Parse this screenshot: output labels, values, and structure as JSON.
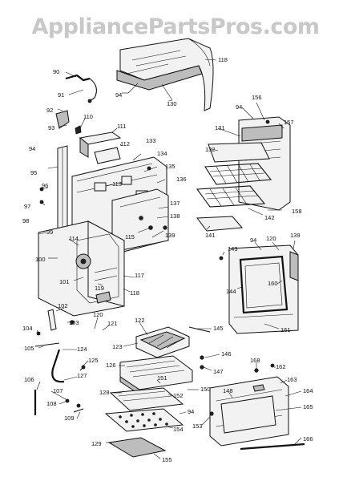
{
  "watermark": "AppliancePartsPros.com",
  "part_labels": [
    {
      "id": "p118a",
      "text": "118"
    },
    {
      "id": "p94a",
      "text": "94"
    },
    {
      "id": "p130",
      "text": "130"
    },
    {
      "id": "p90",
      "text": "90"
    },
    {
      "id": "p91",
      "text": "91"
    },
    {
      "id": "p92",
      "text": "92"
    },
    {
      "id": "p93",
      "text": "93"
    },
    {
      "id": "p110",
      "text": "110"
    },
    {
      "id": "p111",
      "text": "111"
    },
    {
      "id": "p112",
      "text": "112"
    },
    {
      "id": "p133",
      "text": "133"
    },
    {
      "id": "p134",
      "text": "134"
    },
    {
      "id": "p135",
      "text": "135"
    },
    {
      "id": "p136",
      "text": "136"
    },
    {
      "id": "p113",
      "text": "113"
    },
    {
      "id": "p94b",
      "text": "94"
    },
    {
      "id": "p95",
      "text": "95"
    },
    {
      "id": "p96",
      "text": "96"
    },
    {
      "id": "p97",
      "text": "97"
    },
    {
      "id": "p98",
      "text": "98"
    },
    {
      "id": "p99",
      "text": "99"
    },
    {
      "id": "p114",
      "text": "114"
    },
    {
      "id": "p100",
      "text": "100"
    },
    {
      "id": "p115",
      "text": "115"
    },
    {
      "id": "p137",
      "text": "137"
    },
    {
      "id": "p138",
      "text": "138"
    },
    {
      "id": "p139a",
      "text": "139"
    },
    {
      "id": "p156",
      "text": "156"
    },
    {
      "id": "p94c",
      "text": "94"
    },
    {
      "id": "p157",
      "text": "157"
    },
    {
      "id": "p131",
      "text": "131"
    },
    {
      "id": "p132",
      "text": "132"
    },
    {
      "id": "p158",
      "text": "158"
    },
    {
      "id": "p142",
      "text": "142"
    },
    {
      "id": "p141",
      "text": "141"
    },
    {
      "id": "p143",
      "text": "143"
    },
    {
      "id": "p94d",
      "text": "94"
    },
    {
      "id": "p120a",
      "text": "120"
    },
    {
      "id": "p139b",
      "text": "139"
    },
    {
      "id": "p160",
      "text": "160"
    },
    {
      "id": "p144",
      "text": "144"
    },
    {
      "id": "p161",
      "text": "161"
    },
    {
      "id": "p117",
      "text": "117"
    },
    {
      "id": "p101",
      "text": "101"
    },
    {
      "id": "p119",
      "text": "119"
    },
    {
      "id": "p118b",
      "text": "118"
    },
    {
      "id": "p102",
      "text": "102"
    },
    {
      "id": "p103",
      "text": "103"
    },
    {
      "id": "p104",
      "text": "104"
    },
    {
      "id": "p105",
      "text": "105"
    },
    {
      "id": "p120b",
      "text": "120"
    },
    {
      "id": "p121",
      "text": "121"
    },
    {
      "id": "p122",
      "text": "122"
    },
    {
      "id": "p145",
      "text": "145"
    },
    {
      "id": "p123",
      "text": "123"
    },
    {
      "id": "p124",
      "text": "124"
    },
    {
      "id": "p125",
      "text": "125"
    },
    {
      "id": "p126",
      "text": "126"
    },
    {
      "id": "p127",
      "text": "127"
    },
    {
      "id": "p146",
      "text": "146"
    },
    {
      "id": "p147",
      "text": "147"
    },
    {
      "id": "p168",
      "text": "168"
    },
    {
      "id": "p162",
      "text": "162"
    },
    {
      "id": "p163",
      "text": "163"
    },
    {
      "id": "p106",
      "text": "106"
    },
    {
      "id": "p107",
      "text": "107"
    },
    {
      "id": "p128",
      "text": "128"
    },
    {
      "id": "p151",
      "text": "151"
    },
    {
      "id": "p152",
      "text": "152"
    },
    {
      "id": "p150",
      "text": "150"
    },
    {
      "id": "p148",
      "text": "148"
    },
    {
      "id": "p164",
      "text": "164"
    },
    {
      "id": "p108",
      "text": "108"
    },
    {
      "id": "p94e",
      "text": "94"
    },
    {
      "id": "p165",
      "text": "165"
    },
    {
      "id": "p109",
      "text": "109"
    },
    {
      "id": "p154",
      "text": "154"
    },
    {
      "id": "p153",
      "text": "153"
    },
    {
      "id": "p166",
      "text": "166"
    },
    {
      "id": "p129",
      "text": "129"
    },
    {
      "id": "p155",
      "text": "155"
    }
  ]
}
